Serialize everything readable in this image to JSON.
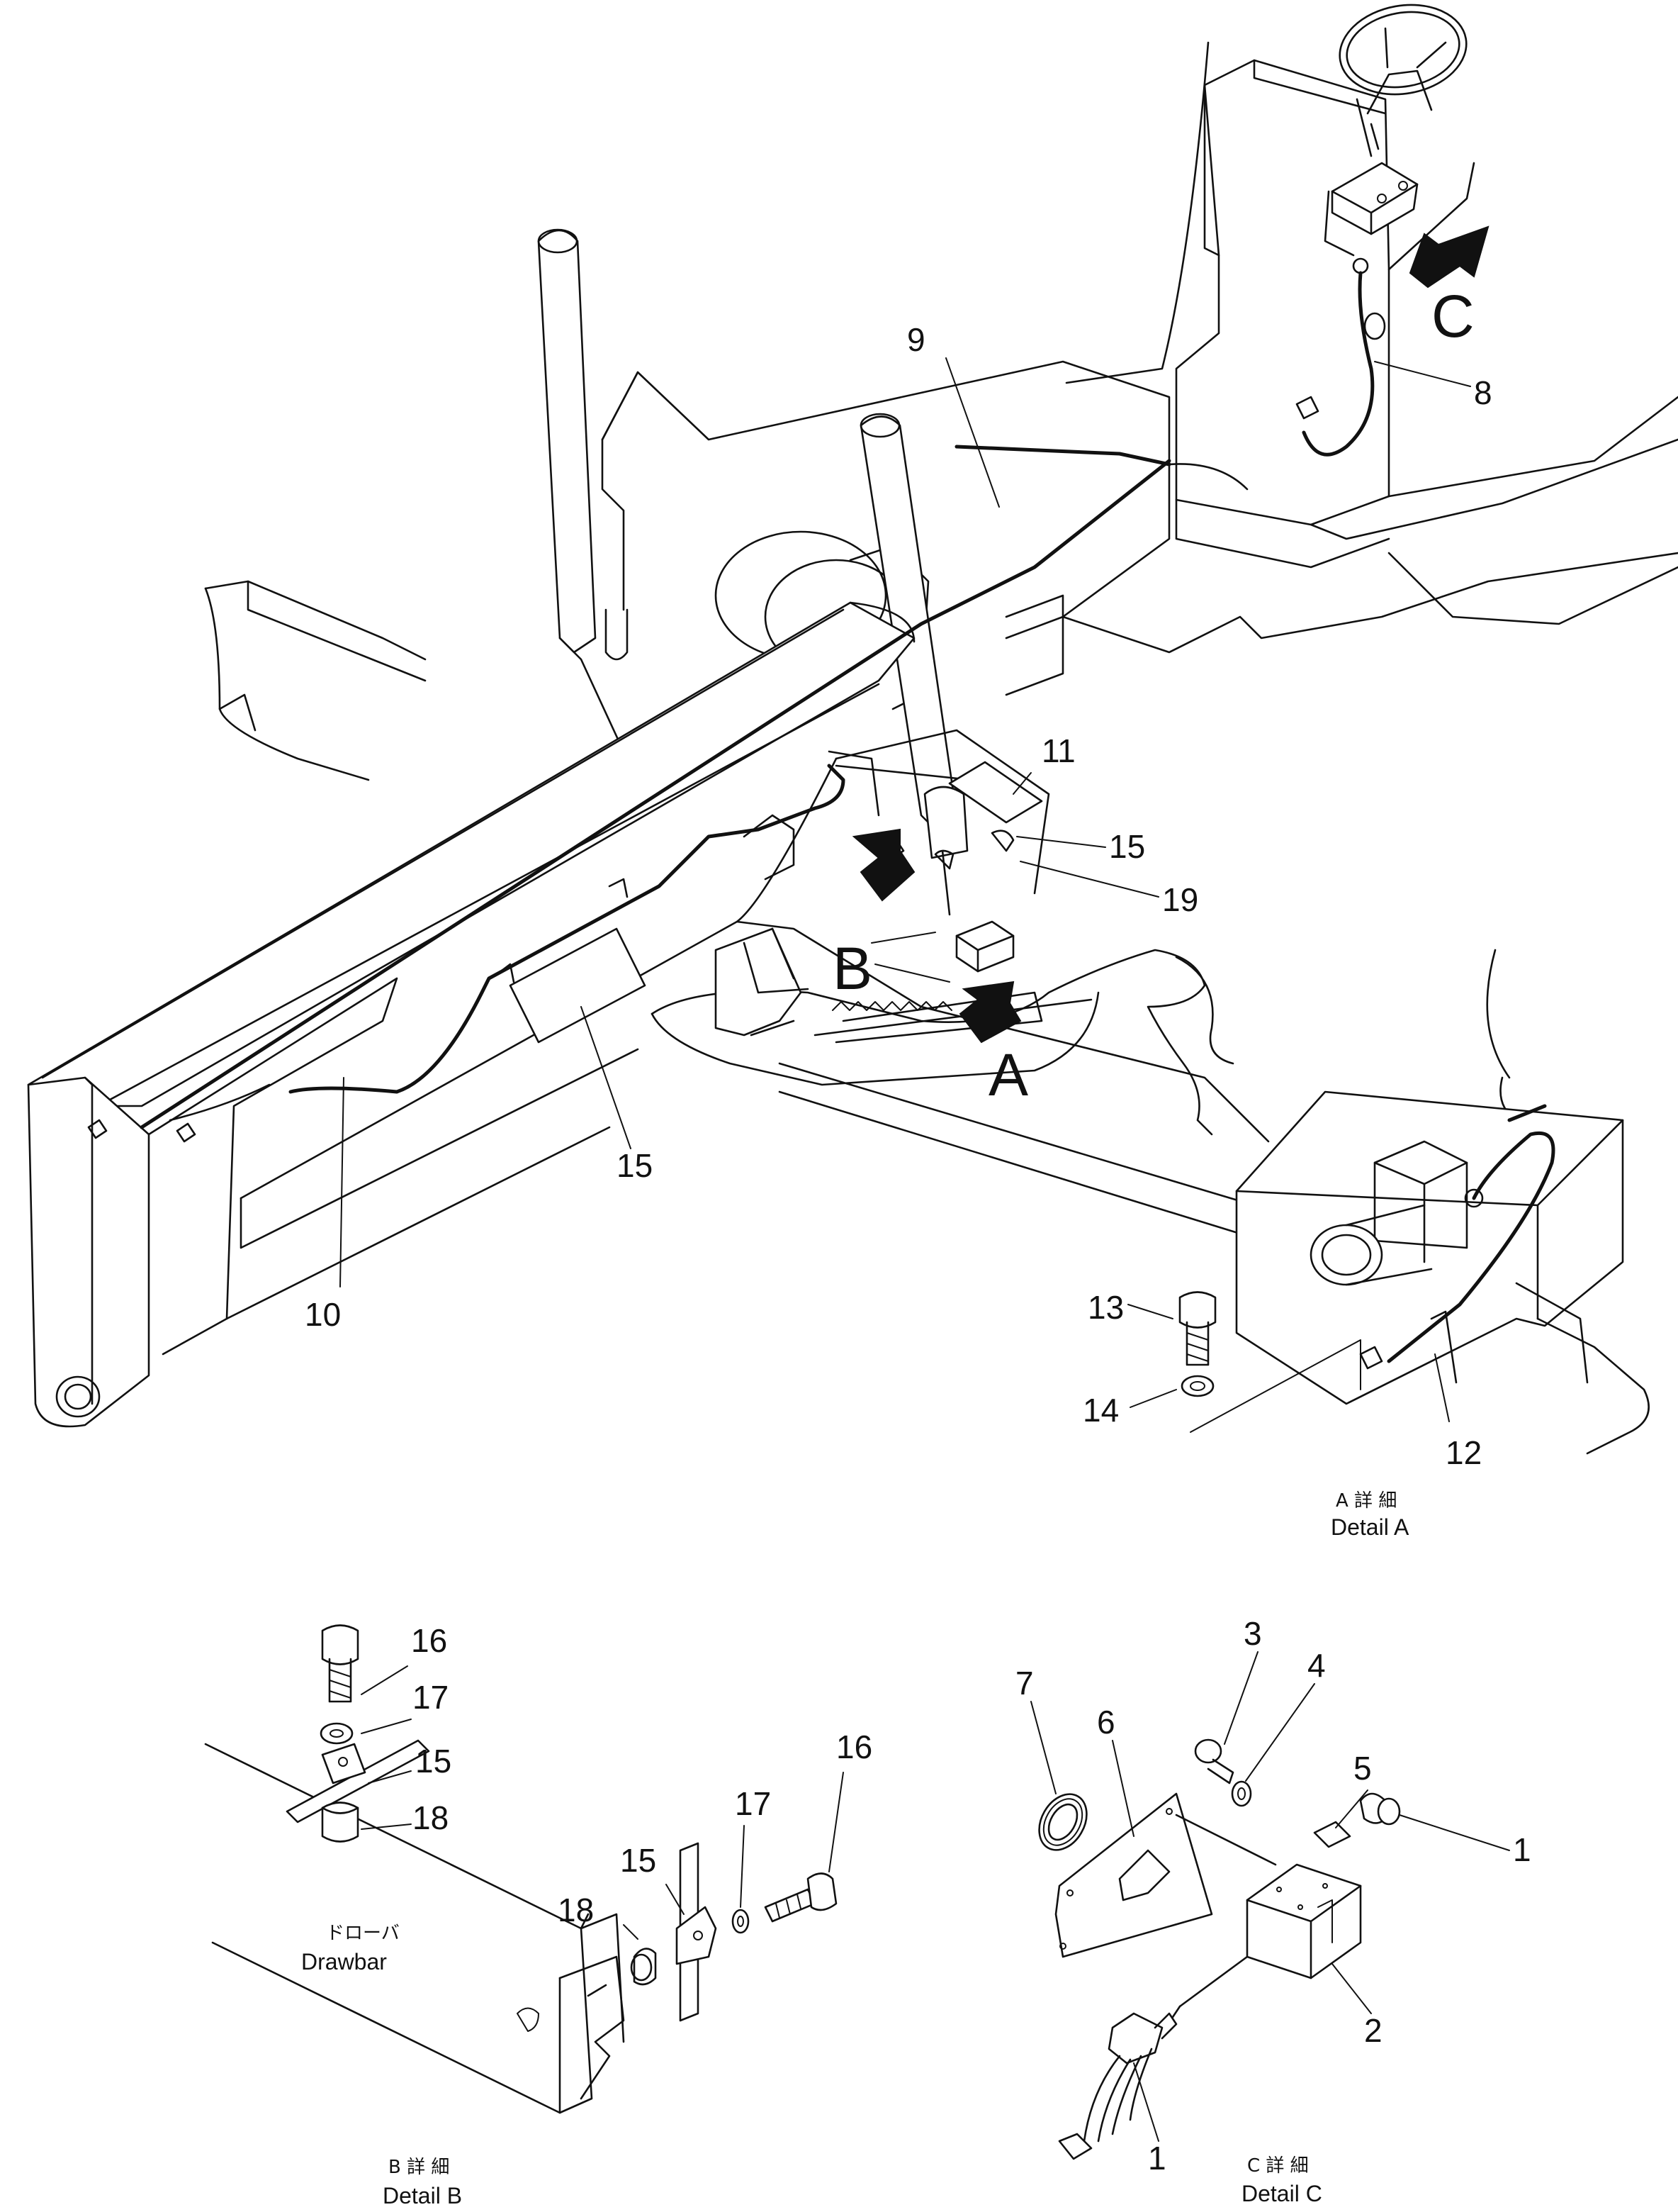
{
  "main": {
    "callouts": [
      "9",
      "8",
      "11",
      "15",
      "19",
      "15",
      "10",
      "13",
      "14",
      "12"
    ],
    "view_letters": [
      "C",
      "B",
      "A"
    ]
  },
  "detail_a": {
    "jp": "A 詳 細",
    "en": "Detail A"
  },
  "detail_b": {
    "callouts": [
      "16",
      "17",
      "15",
      "18",
      "18",
      "15",
      "17",
      "16"
    ],
    "drawbar_jp": "ドローバ",
    "drawbar_en": "Drawbar",
    "jp": "B 詳 細",
    "en": "Detail B"
  },
  "detail_c": {
    "callouts": [
      "3",
      "4",
      "5",
      "7",
      "6",
      "1",
      "2",
      "1"
    ],
    "jp": "C 詳 細",
    "en": "Detail C"
  },
  "icons": [
    "view-arrow-icon"
  ]
}
